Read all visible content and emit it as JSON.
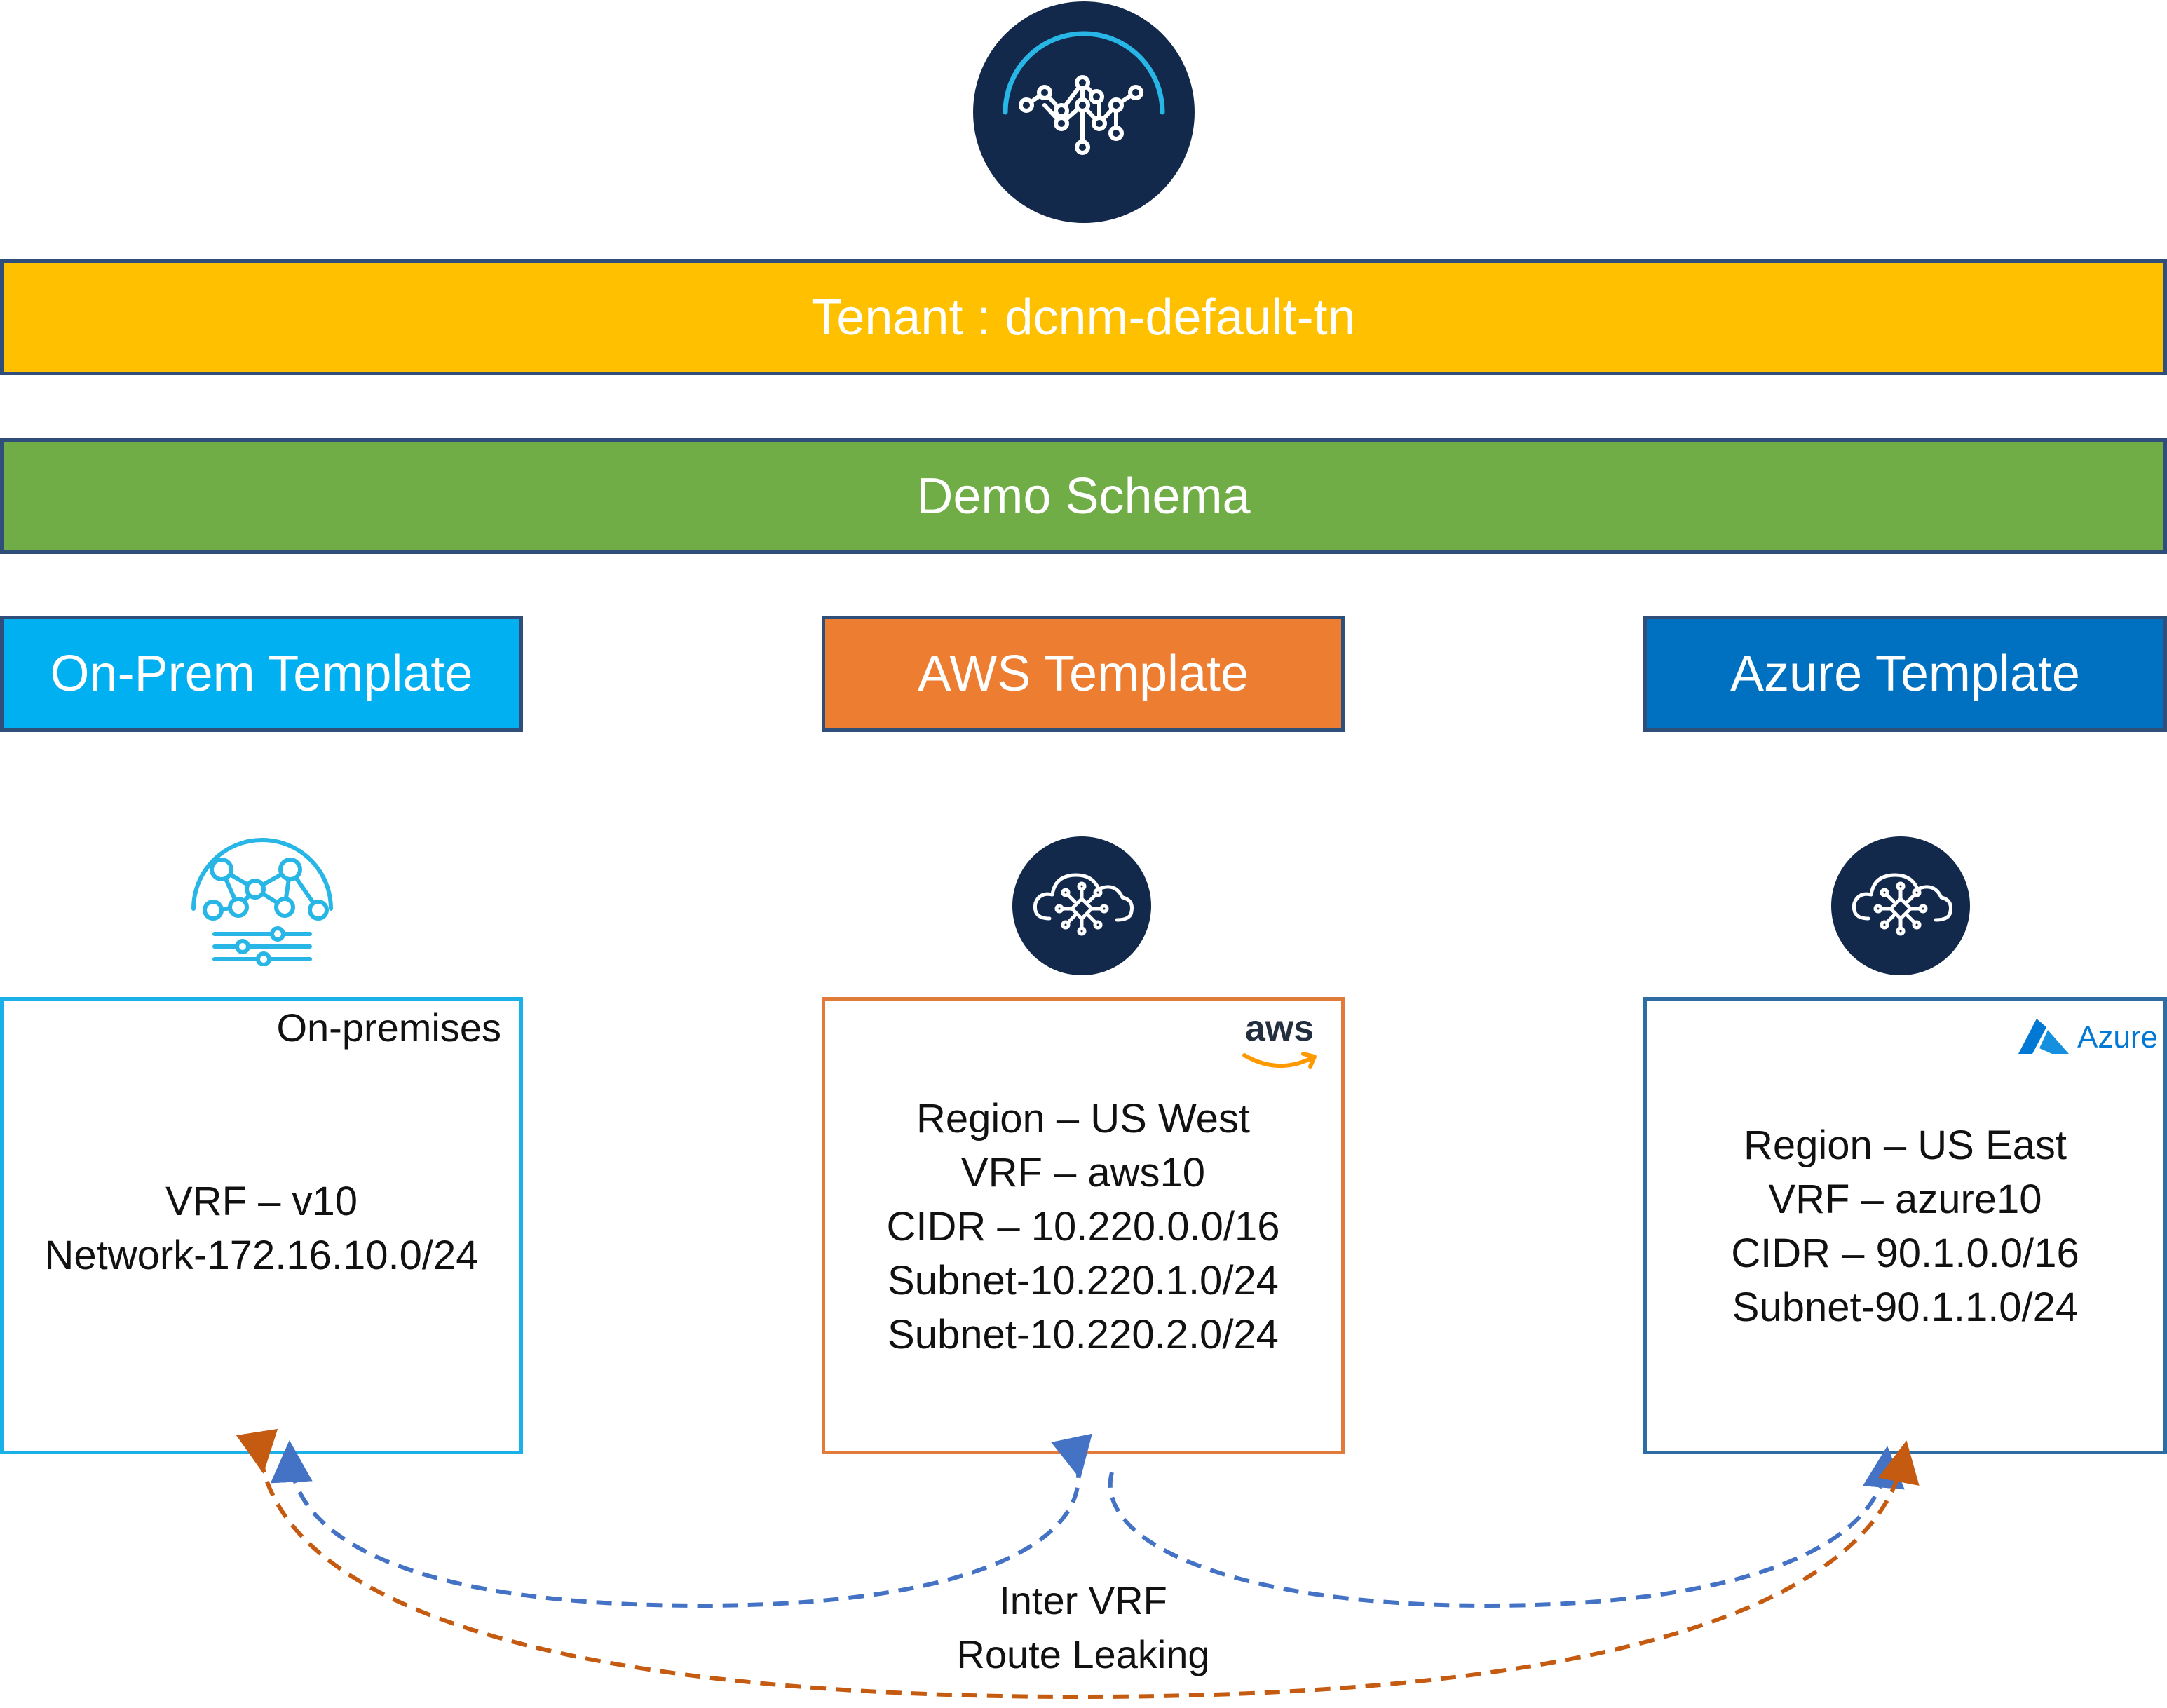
{
  "colors": {
    "navy": "#12294c",
    "tenant": "#ffc000",
    "schema": "#70ad47",
    "onprem": "#00b0f0",
    "aws": "#ed7d31",
    "azure": "#0070c0",
    "onprem_border": "#1ab0e8",
    "aws_border": "#e07b39",
    "azure_border": "#2e6da4",
    "arrow_blue": "#4472c4",
    "arrow_orange": "#c55a11",
    "icon_cyan": "#27b6e6"
  },
  "icons": {
    "top": "network-orchestrator-icon",
    "onprem": "on-premises-network-icon",
    "aws": "cloud-network-icon",
    "azure": "cloud-network-icon"
  },
  "tenant_bar": {
    "label": "Tenant : dcnm-default-tn"
  },
  "schema_bar": {
    "label": "Demo Schema"
  },
  "templates": {
    "onprem": "On-Prem Template",
    "aws": "AWS Template",
    "azure": "Azure Template"
  },
  "panels": {
    "onprem": {
      "corner": "On-premises",
      "lines": [
        "VRF – v10",
        "Network-172.16.10.0/24"
      ]
    },
    "aws": {
      "corner": "aws",
      "lines": [
        "Region – US West",
        "VRF – aws10",
        "CIDR – 10.220.0.0/16",
        "Subnet-10.220.1.0/24",
        "Subnet-10.220.2.0/24"
      ]
    },
    "azure": {
      "corner": "Azure",
      "lines": [
        "Region – US East",
        "VRF – azure10",
        "CIDR – 90.1.0.0/16",
        "Subnet-90.1.1.0/24"
      ]
    }
  },
  "caption": {
    "line1": "Inter VRF",
    "line2": "Route Leaking"
  }
}
